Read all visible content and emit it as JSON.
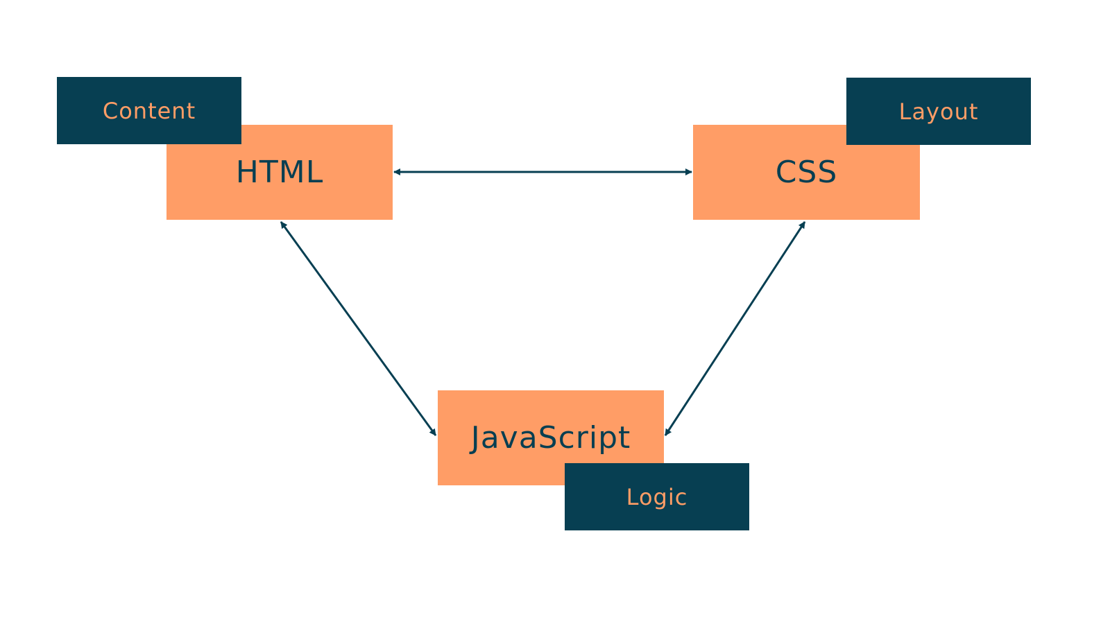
{
  "diagram": {
    "nodes": {
      "html": "HTML",
      "css": "CSS",
      "javascript": "JavaScript"
    },
    "roles": {
      "html": "Content",
      "css": "Layout",
      "javascript": "Logic"
    },
    "edges": [
      {
        "from": "html",
        "to": "css",
        "direction": "both"
      },
      {
        "from": "html",
        "to": "javascript",
        "direction": "both"
      },
      {
        "from": "css",
        "to": "javascript",
        "direction": "both"
      }
    ],
    "colors": {
      "primary_box": "#ff9d66",
      "label_box": "#073f52",
      "text_dark": "#073f52",
      "text_light": "#ff9d66",
      "connector": "#073f52"
    }
  }
}
